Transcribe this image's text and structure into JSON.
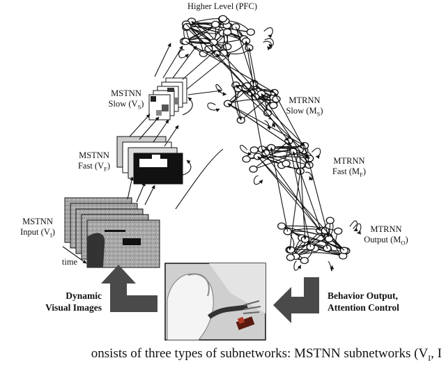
{
  "labels": {
    "pfc": "Higher Level (PFC)",
    "mstnn_slow": {
      "name": "MSTNN",
      "line2": "Slow (V",
      "sub": "S",
      "end": ")"
    },
    "mstnn_fast": {
      "name": "MSTNN",
      "line2": "Fast (V",
      "sub": "F",
      "end": ")"
    },
    "mstnn_input": {
      "name": "MSTNN",
      "line2": "Input (V",
      "sub": "I",
      "end": ")"
    },
    "mtrnn_slow": {
      "name": "MTRNN",
      "line2": "Slow (M",
      "sub": "S",
      "end": ")"
    },
    "mtrnn_fast": {
      "name": "MTRNN",
      "line2": "Fast (M",
      "sub": "F",
      "end": ")"
    },
    "mtrnn_output": {
      "name": "MTRNN",
      "line2": "Output (M",
      "sub": "O",
      "end": ")"
    },
    "time": "time",
    "dynamic_visual": {
      "line1": "Dynamic",
      "line2": "Visual Images"
    },
    "behavior_output": {
      "line1": "Behavior Output,",
      "line2": "Attention Control"
    }
  },
  "caption": {
    "text": "onsists of three types of subnetworks: MSTNN subnetworks (V",
    "sub": "I",
    "end": ", I"
  },
  "colors": {
    "arrow_block": "#4a4a4a",
    "frame_gray": "#9a9a9a",
    "robot_scene": "#cfcfcf"
  }
}
